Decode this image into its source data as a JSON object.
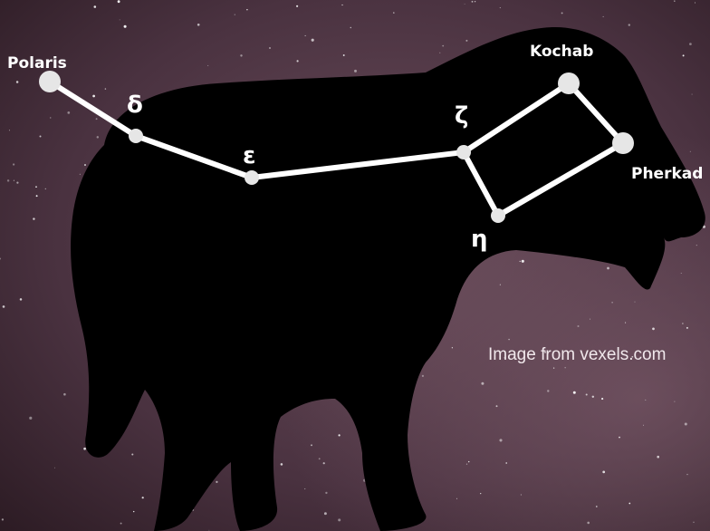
{
  "diagram": {
    "stars": {
      "polaris": "Polaris",
      "delta": "δ",
      "epsilon": "ε",
      "zeta": "ζ",
      "eta": "η",
      "kochab": "Kochab",
      "pherkad": "Pherkad"
    },
    "credit": "Image from vexels.com"
  },
  "colors": {
    "sky_dark": "#2b1a22",
    "sky_light": "#6e4f5e",
    "bear": "#000000",
    "lines": "#ffffff",
    "star_dots": "#e6e6e6"
  }
}
